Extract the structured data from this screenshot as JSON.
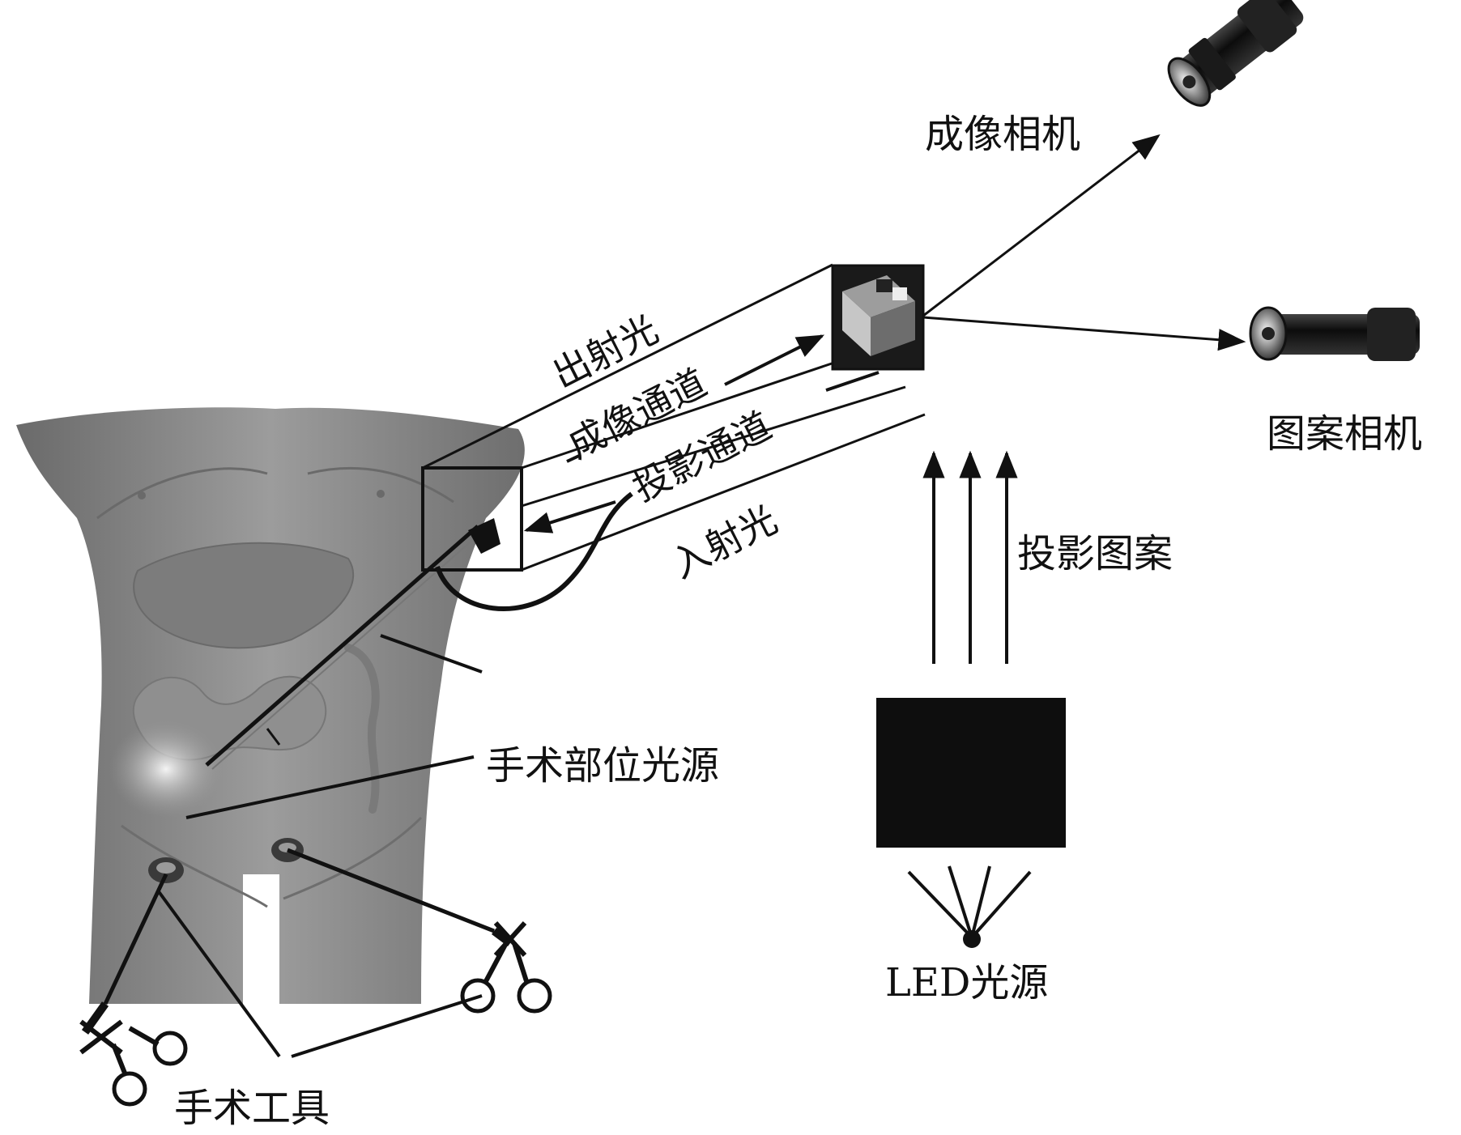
{
  "labels": {
    "imaging_camera": "成像相机",
    "pattern_camera": "图案相机",
    "outgoing_light": "出射光",
    "imaging_channel": "成像通道",
    "projection_channel": "投影通道",
    "incident_light": "入射光",
    "projected_pattern": "投影图案",
    "surgical_site_light": "手术部位光源",
    "led_light_source": "LED光源",
    "surgical_tools": "手术工具"
  },
  "colors": {
    "ink": "#111111",
    "body_shade": "#8a8a8a",
    "background": "#ffffff"
  }
}
